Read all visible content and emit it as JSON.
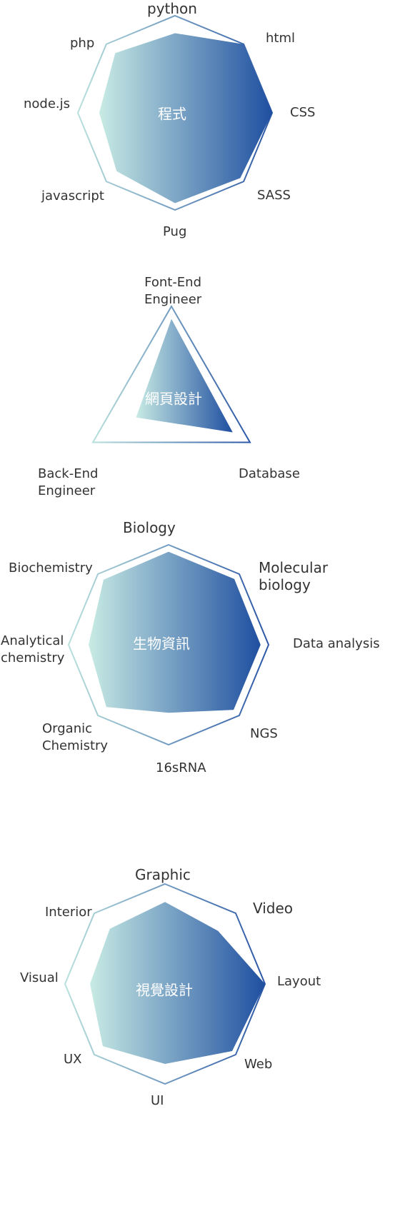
{
  "chart_data": [
    {
      "type": "radar",
      "title": "程式",
      "categories": [
        "python",
        "html",
        "CSS",
        "SASS",
        "Pug",
        "javascript",
        "node.js",
        "php"
      ],
      "values": [
        0.82,
        1.0,
        1.0,
        0.95,
        0.93,
        0.85,
        0.78,
        0.87
      ],
      "ylim": [
        0,
        1
      ],
      "colors": {
        "outline_start": "#b8e0dc",
        "outline_end": "#2b56a5",
        "fill_start": "#c8ebe4",
        "fill_end": "#1f4fa0"
      }
    },
    {
      "type": "radar",
      "title": "網頁設計",
      "categories": [
        "Font-End\nEngineer",
        "Database",
        "Back-End\nEngineer"
      ],
      "values": [
        0.86,
        0.78,
        0.45
      ],
      "ylim": [
        0,
        1
      ],
      "colors": {
        "outline_start": "#b8e0dc",
        "outline_end": "#2b56a5",
        "fill_start": "#c8ebe4",
        "fill_end": "#1f4fa0"
      }
    },
    {
      "type": "radar",
      "title": "生物資訊",
      "categories": [
        "Biology",
        "Molecular\nbiology",
        "Data analysis",
        "NGS",
        "16sRNA",
        "Organic\nChemistry",
        "Analytical\nchemistry",
        "Biochemistry"
      ],
      "values": [
        0.93,
        0.93,
        0.92,
        0.92,
        0.68,
        0.88,
        0.8,
        0.92
      ],
      "ylim": [
        0,
        1
      ],
      "colors": {
        "outline_start": "#b8e0dc",
        "outline_end": "#2b56a5",
        "fill_start": "#c8ebe4",
        "fill_end": "#1f4fa0"
      }
    },
    {
      "type": "radar",
      "title": "視覺設計",
      "categories": [
        "Graphic",
        "Video",
        "Layout",
        "Web",
        "UI",
        "UX",
        "Visual",
        "Interior"
      ],
      "values": [
        0.82,
        0.75,
        1.0,
        0.95,
        0.8,
        0.88,
        0.75,
        0.78
      ],
      "ylim": [
        0,
        1
      ],
      "colors": {
        "outline_start": "#b8e0dc",
        "outline_end": "#2b56a5",
        "fill_start": "#c8ebe4",
        "fill_end": "#1f4fa0"
      }
    }
  ]
}
